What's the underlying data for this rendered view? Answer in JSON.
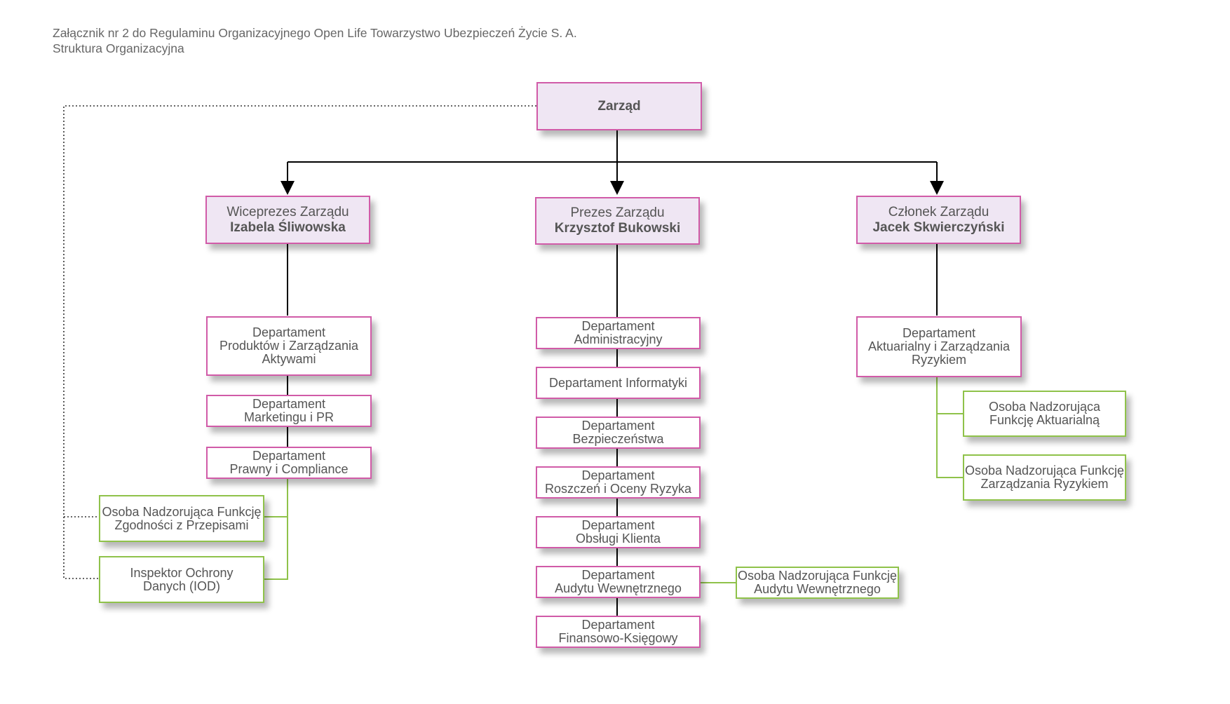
{
  "header": {
    "line1": "Załącznik nr 2 do Regulaminu Organizacyjnego Open Life Towarzystwo Ubezpieczeń Życie S. A.",
    "line2": "Struktura Organizacyjna"
  },
  "colors": {
    "pink_border": "#d15ba8",
    "green_border": "#8fc24a",
    "fill": "#efe6f3",
    "line": "#000000"
  },
  "board": {
    "label": "Zarząd"
  },
  "executives": {
    "vice_president": {
      "role": "Wiceprezes Zarządu",
      "name": "Izabela Śliwowska"
    },
    "president": {
      "role": "Prezes Zarządu",
      "name": "Krzysztof Bukowski"
    },
    "member": {
      "role": "Członek Zarządu",
      "name": "Jacek Skwierczyński"
    }
  },
  "left_column": {
    "departments": [
      {
        "lines": [
          "Departament",
          "Produktów i Zarządzania",
          "Aktywami"
        ]
      },
      {
        "lines": [
          "Departament",
          "Marketingu i PR"
        ]
      },
      {
        "lines": [
          "Departament",
          "Prawny i Compliance"
        ]
      }
    ],
    "officers": [
      {
        "lines": [
          "Osoba Nadzorująca Funkcję",
          "Zgodności z Przepisami"
        ]
      },
      {
        "lines": [
          "Inspektor Ochrony",
          "Danych (IOD)"
        ]
      }
    ]
  },
  "center_column": {
    "departments": [
      {
        "lines": [
          "Departament",
          "Administracyjny"
        ]
      },
      {
        "lines": [
          "Departament Informatyki"
        ]
      },
      {
        "lines": [
          "Departament",
          "Bezpieczeństwa"
        ]
      },
      {
        "lines": [
          "Departament",
          "Roszczeń i Oceny Ryzyka"
        ]
      },
      {
        "lines": [
          "Departament",
          "Obsługi Klienta"
        ]
      },
      {
        "lines": [
          "Departament",
          "Audytu Wewnętrznego"
        ]
      },
      {
        "lines": [
          "Departament",
          "Finansowo-Księgowy"
        ]
      }
    ],
    "audit_officer": {
      "lines": [
        "Osoba Nadzorująca Funkcję",
        "Audytu Wewnętrznego"
      ]
    }
  },
  "right_column": {
    "departments": [
      {
        "lines": [
          "Departament",
          "Aktuarialny i Zarządzania",
          "Ryzykiem"
        ]
      }
    ],
    "officers": [
      {
        "lines": [
          "Osoba Nadzorująca",
          "Funkcję Aktuarialną"
        ]
      },
      {
        "lines": [
          "Osoba Nadzorująca Funkcję",
          "Zarządzania Ryzykiem"
        ]
      }
    ]
  }
}
